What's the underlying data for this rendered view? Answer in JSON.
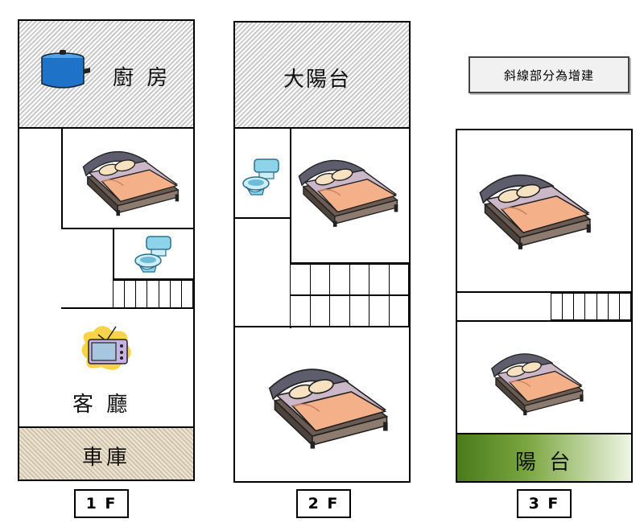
{
  "floors": [
    {
      "label": "1 F",
      "rooms": {
        "kitchen": "廚 房",
        "living": "客 廳",
        "garage": "車庫"
      }
    },
    {
      "label": "2 F",
      "rooms": {
        "balcony": "大陽台"
      }
    },
    {
      "label": "3 F",
      "rooms": {
        "balcony": "陽 台"
      }
    }
  ],
  "note": "斜線部分為增建",
  "icons": [
    "pot-icon",
    "bed-icon",
    "toilet-icon",
    "tv-icon",
    "stairs-icon"
  ],
  "colors": {
    "hatch": "#d9d9d9",
    "garage": "#e2d6bd",
    "balcony3": "#5b8b2a",
    "bedding": "#f4b088",
    "toilet": "#8fd3ea",
    "pot": "#1e73c8"
  }
}
